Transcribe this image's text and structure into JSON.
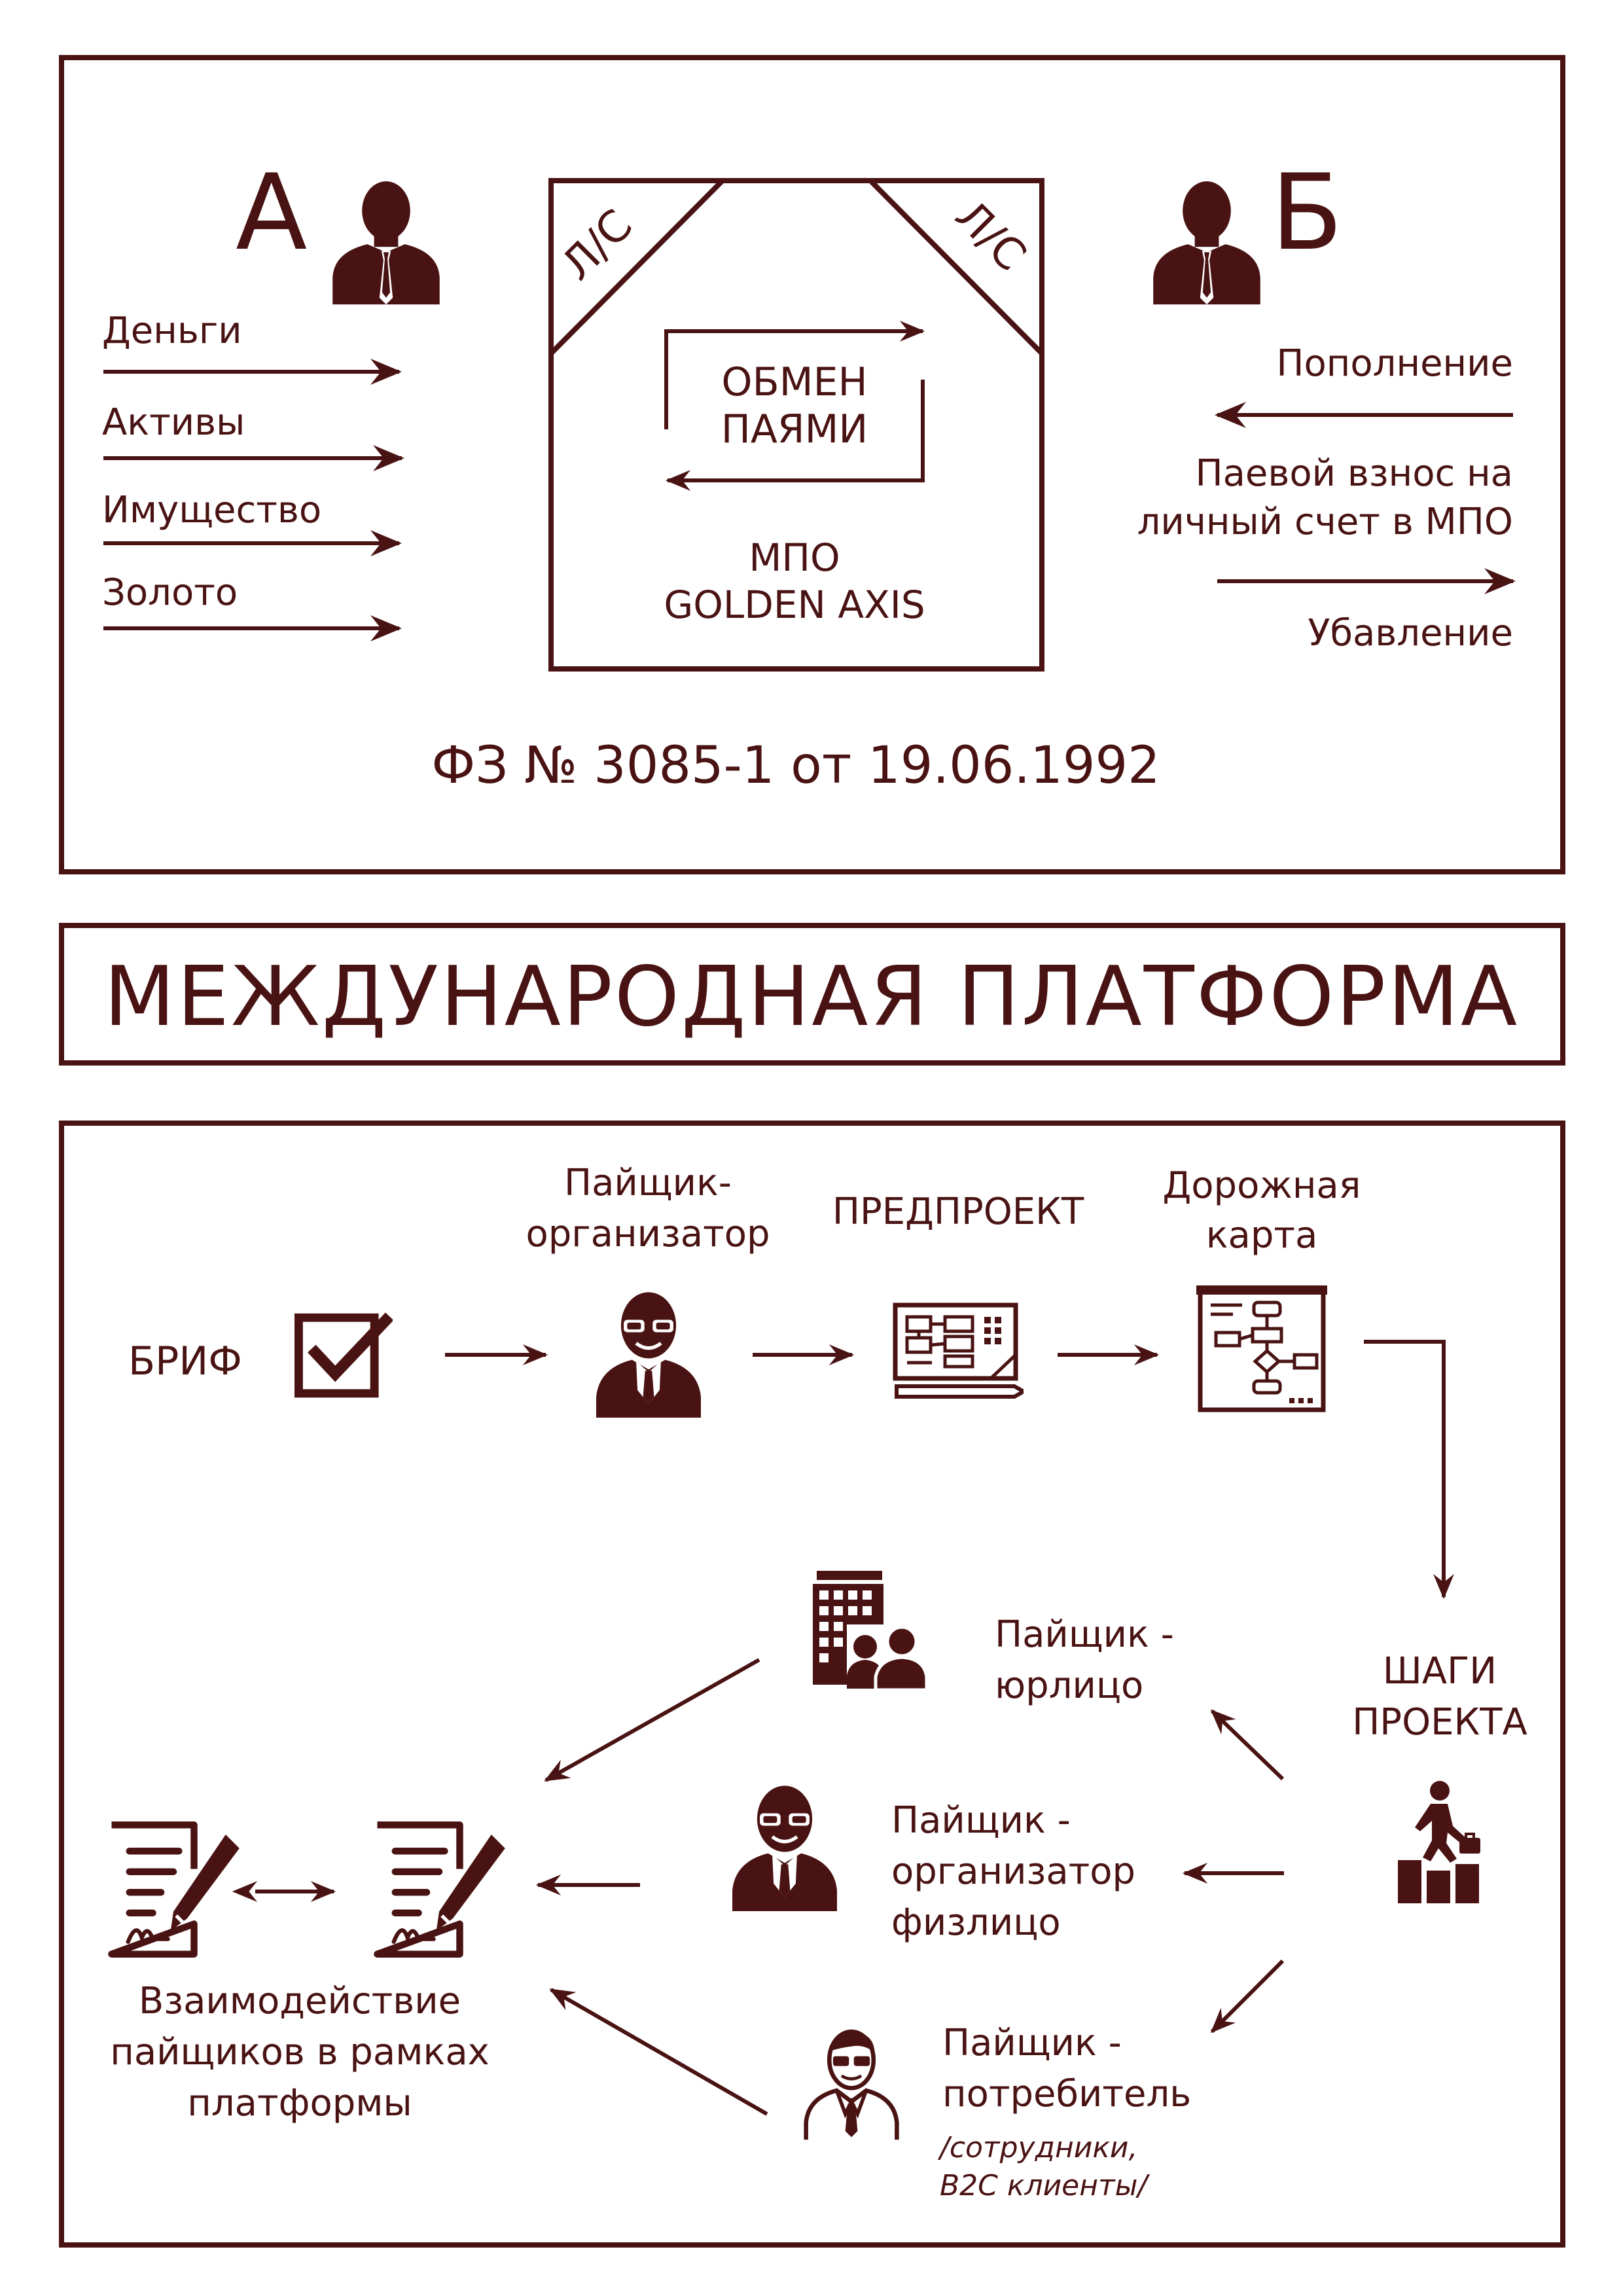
{
  "colors": {
    "primary": "#4a1313",
    "background": "#ffffff"
  },
  "top": {
    "party_a": "А",
    "party_b": "Б",
    "box": {
      "corner_left": "Л/С",
      "corner_right": "Л/С",
      "exchange_line1": "ОБМЕН",
      "exchange_line2": "ПАЯМИ",
      "org_line1": "МПО",
      "org_line2": "GOLDEN AXIS"
    },
    "assets": [
      "Деньги",
      "Активы",
      "Имущество",
      "Золото"
    ],
    "right_flows": {
      "replenish": "Пополнение",
      "contribution_line1": "Паевой взнос на",
      "contribution_line2": "личный счет в МПО",
      "decrease": "Убавление"
    },
    "law": "ФЗ № 3085-1 от 19.06.1992"
  },
  "banner": {
    "title": "МЕЖДУНАРОДНАЯ ПЛАТФОРМА"
  },
  "bottom": {
    "brief": "БРИФ",
    "organizer_line1": "Пайщик-",
    "organizer_line2": "организатор",
    "preproject": "ПРЕДПРОЕКТ",
    "roadmap_line1": "Дорожная",
    "roadmap_line2": "карта",
    "steps_line1": "ШАГИ",
    "steps_line2": "ПРОЕКТА",
    "legal_line1": "Пайщик -",
    "legal_line2": "юрлицо",
    "individual_line1": "Пайщик  -",
    "individual_line2": "организатор",
    "individual_line3": "физлицо",
    "consumer_line1": "Пайщик -",
    "consumer_line2": "потребитель",
    "consumer_note_line1": "/сотрудники,",
    "consumer_note_line2": "B2C клиенты/",
    "interaction_line1": "Взаимодействие",
    "interaction_line2": "пайщиков в рамках",
    "interaction_line3": "платформы"
  },
  "icons": [
    "person-icon",
    "checkbox-icon",
    "businessman-icon",
    "blueprint-icon",
    "flowchart-board-icon",
    "building-people-icon",
    "climbing-steps-icon",
    "consumer-icon",
    "contract-signing-icon"
  ]
}
